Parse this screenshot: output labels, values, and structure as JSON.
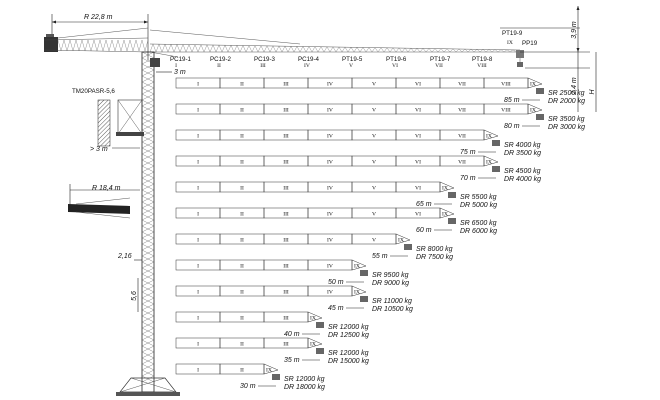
{
  "counter_jib": {
    "radius_label": "R 22,8 m"
  },
  "jib_sections": [
    "PC19-1",
    "PC19-2",
    "PC19-3",
    "PC19-4",
    "PT19-5",
    "PT19-6",
    "PT19-7",
    "PT19-8"
  ],
  "tip": {
    "section_top": "PT19-9",
    "section_tip": "PP19",
    "roman_ix": "IX"
  },
  "dimensions": {
    "top_height": "3,9 m",
    "hook_height": "2,4 m",
    "height_symbol": "H",
    "offset_3m": "3 m",
    "wall_gap": "> 3 m",
    "base_radius": "R 18,4 m",
    "mast_offset": "2,16",
    "mast_section": "5,6"
  },
  "base_model": "TM20PASR-5,6",
  "roman_numerals": [
    "I",
    "II",
    "III",
    "IV",
    "V",
    "VI",
    "VII",
    "VIII",
    "IX"
  ],
  "configurations": [
    {
      "length": "85 m",
      "sr": "SR 2500 kg",
      "dr": "DR 2000 kg",
      "sections": 8
    },
    {
      "length": "80 m",
      "sr": "SR 3500 kg",
      "dr": "DR 3000 kg",
      "sections": 8
    },
    {
      "length": "75 m",
      "sr": "SR 4000 kg",
      "dr": "DR 3500 kg",
      "sections": 7
    },
    {
      "length": "70 m",
      "sr": "SR 4500 kg",
      "dr": "DR 4000 kg",
      "sections": 7
    },
    {
      "length": "65 m",
      "sr": "SR 5500 kg",
      "dr": "DR 5000 kg",
      "sections": 6
    },
    {
      "length": "60 m",
      "sr": "SR 6500 kg",
      "dr": "DR 6000 kg",
      "sections": 6
    },
    {
      "length": "55 m",
      "sr": "SR 8000 kg",
      "dr": "DR 7500 kg",
      "sections": 5
    },
    {
      "length": "50 m",
      "sr": "SR 9500 kg",
      "dr": "DR 9000 kg",
      "sections": 4
    },
    {
      "length": "45 m",
      "sr": "SR 11000 kg",
      "dr": "DR 10500 kg",
      "sections": 4
    },
    {
      "length": "40 m",
      "sr": "SR 12000 kg",
      "dr": "DR 12500 kg",
      "sections": 3
    },
    {
      "length": "35 m",
      "sr": "SR 12000 kg",
      "dr": "DR 15000 kg",
      "sections": 3
    },
    {
      "length": "30 m",
      "sr": "SR 12000 kg",
      "dr": "DR 18000 kg",
      "sections": 2
    }
  ]
}
